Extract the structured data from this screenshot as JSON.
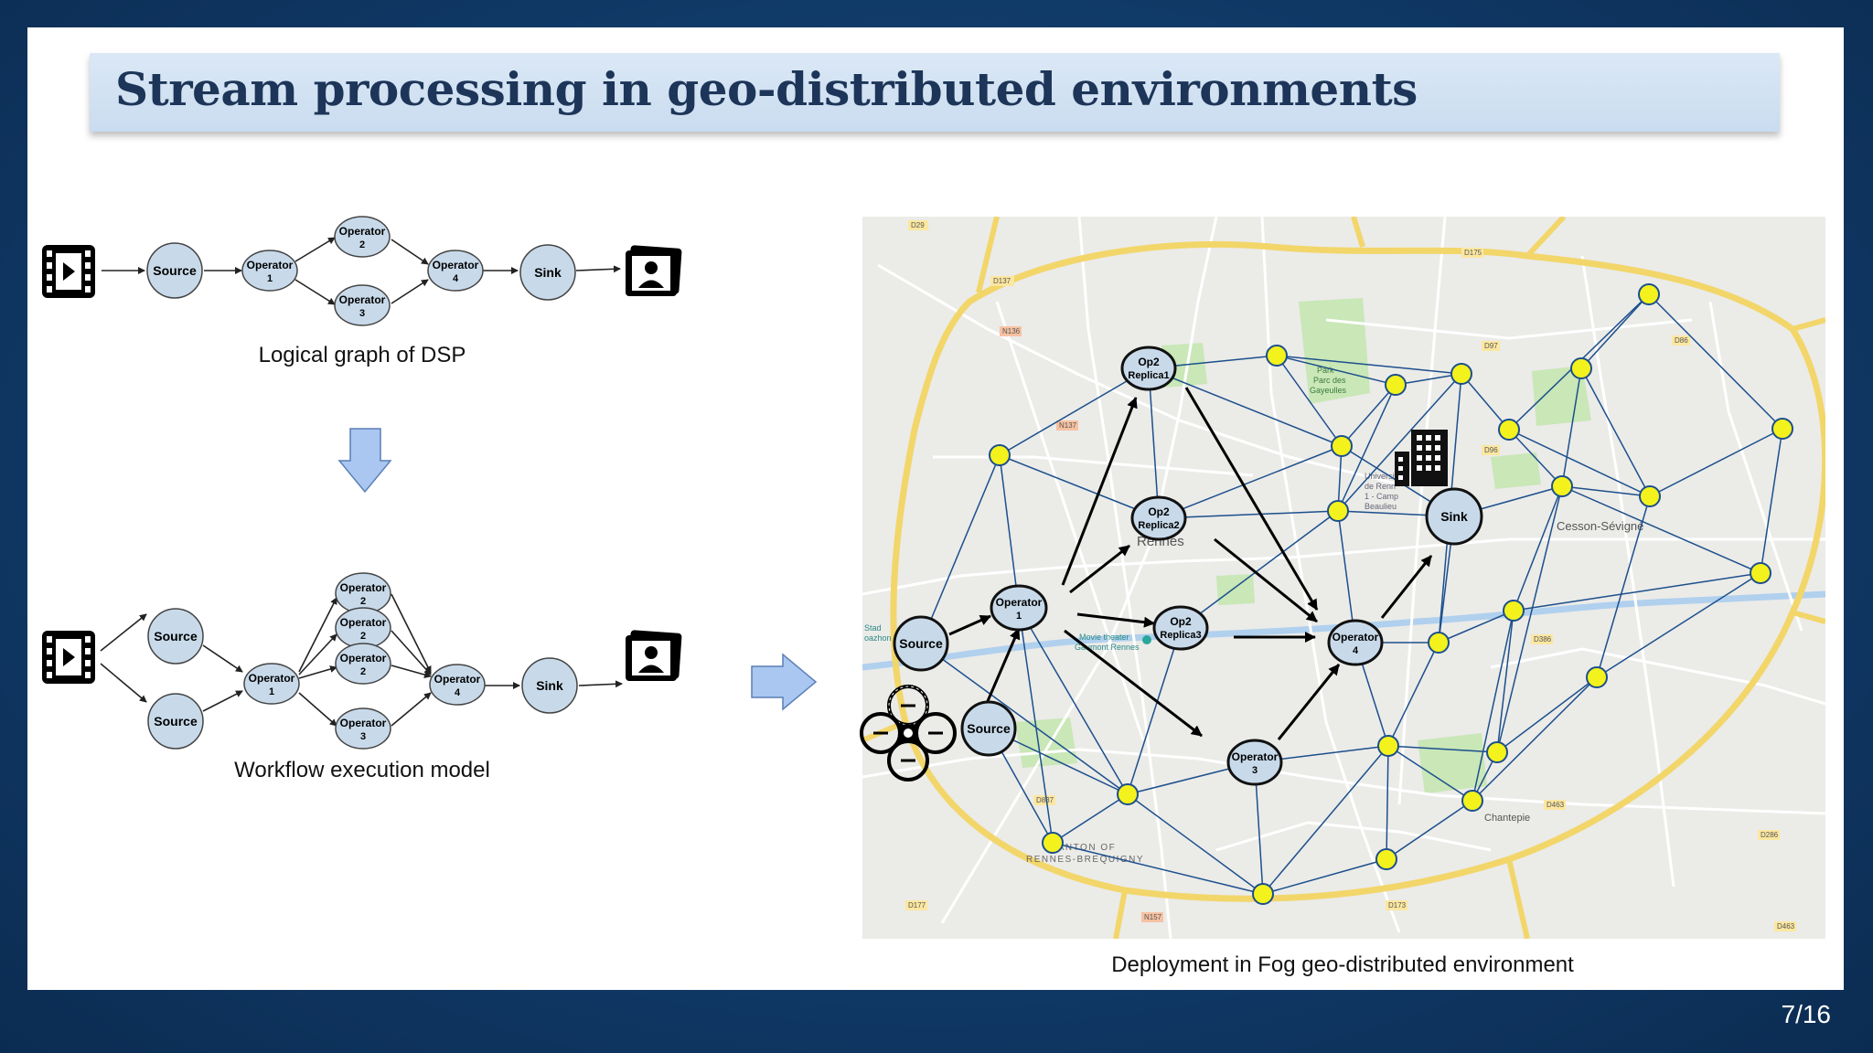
{
  "slide": {
    "title": "Stream processing in geo-distributed environments",
    "page_number": "7/16"
  },
  "logical_graph": {
    "caption": "Logical graph of DSP",
    "source": "Source",
    "operator1": [
      "Operator",
      "1"
    ],
    "operator2": [
      "Operator",
      "2"
    ],
    "operator3": [
      "Operator",
      "3"
    ],
    "operator4": [
      "Operator",
      "4"
    ],
    "sink": "Sink"
  },
  "workflow_model": {
    "caption": "Workflow execution model",
    "source_a": "Source",
    "source_b": "Source",
    "operator1": [
      "Operator",
      "1"
    ],
    "operator2_a": [
      "Operator",
      "2"
    ],
    "operator2_b": [
      "Operator",
      "2"
    ],
    "operator2_c": [
      "Operator",
      "2"
    ],
    "operator3": [
      "Operator",
      "3"
    ],
    "operator4": [
      "Operator",
      "4"
    ],
    "sink": "Sink"
  },
  "deployment": {
    "caption": "Deployment in Fog geo-distributed environment",
    "nodes": {
      "source_a": "Source",
      "source_b": "Source",
      "operator1": [
        "Operator",
        "1"
      ],
      "replica1": [
        "Op2",
        "Replica1"
      ],
      "replica2": [
        "Op2",
        "Replica2"
      ],
      "replica3": [
        "Op2",
        "Replica3"
      ],
      "operator3": [
        "Operator",
        "3"
      ],
      "operator4": [
        "Operator",
        "4"
      ],
      "sink": "Sink"
    },
    "map_labels": {
      "city": "Rennes",
      "cesson": "Cesson-Sévigné",
      "chantepie": "Chantepie",
      "canton": [
        "CANTON OF",
        "RENNES-BREQUIGNY"
      ],
      "park": [
        "Park",
        "Parc des",
        "Gayeulles"
      ],
      "university": [
        "Universit",
        "de Renn",
        "1 - Camp",
        "Beaulieu"
      ],
      "theater": [
        "Movie theater",
        "Gaumont Rennes"
      ],
      "stadium": [
        "Stad",
        "oazhon P"
      ],
      "roads": [
        "D29",
        "D137",
        "N136",
        "N137",
        "D175",
        "D97",
        "D96",
        "D86",
        "D386",
        "D463",
        "D286",
        "D837",
        "D177",
        "D173",
        "N157",
        "D463"
      ]
    }
  },
  "colors": {
    "node_fill": "#c8daea",
    "fog_node": "#f4f21c",
    "fog_link": "#1c4f8c",
    "arrow_fill": "#a9c7f0",
    "title_text": "#1c3558"
  }
}
